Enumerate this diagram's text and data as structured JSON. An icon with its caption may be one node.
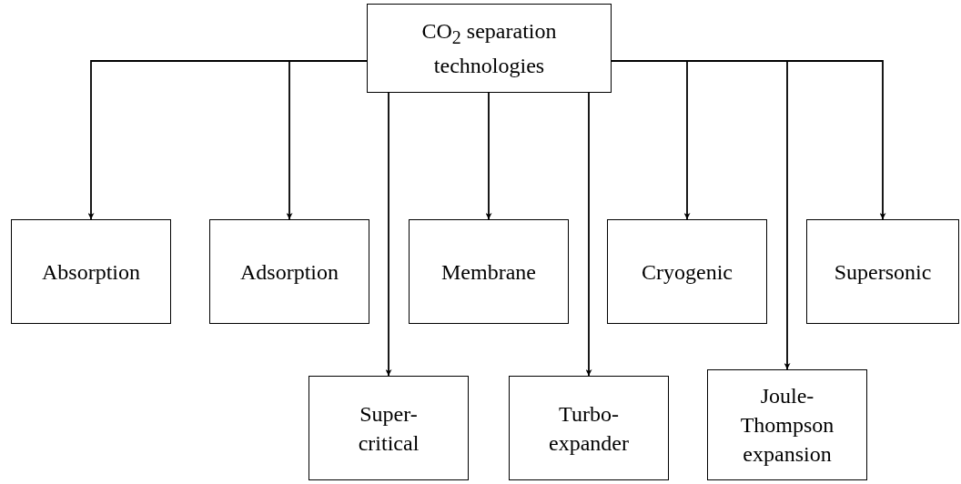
{
  "diagram": {
    "nodes": [
      {
        "text": [
          "CO$_{2}$ separation technologies"
        ]
      },
      {
        "text": [
          "Absorption"
        ]
      },
      {
        "text": [
          "Adsorption"
        ]
      },
      {
        "text": [
          "Membrane"
        ]
      },
      {
        "text": [
          "Cryogenic"
        ]
      },
      {
        "text": [
          "Supersonic"
        ]
      },
      {
        "text": [
          "Super- critical"
        ]
      },
      {
        "text": [
          "Turbo- expander"
        ]
      },
      {
        "text": [
          "Joule- Thompson expansion"
        ]
      }
    ],
    "edges": [
      {
        "from": 0,
        "to": 1,
        "arrow": "to"
      },
      {
        "from": 0,
        "to": 2,
        "arrow": "to"
      },
      {
        "from": 0,
        "to": 6,
        "arrow": "to"
      },
      {
        "from": 0,
        "to": 3,
        "arrow": "to"
      },
      {
        "from": 0,
        "to": 7,
        "arrow": "to"
      },
      {
        "from": 0,
        "to": 4,
        "arrow": "to"
      },
      {
        "from": 0,
        "to": 8,
        "arrow": "to"
      },
      {
        "from": 0,
        "to": 5,
        "arrow": "to"
      }
    ]
  }
}
